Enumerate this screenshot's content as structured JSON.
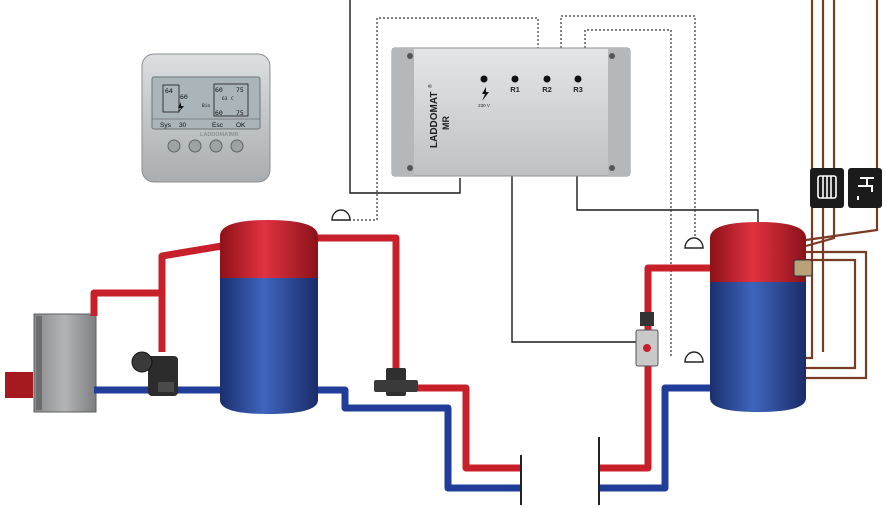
{
  "controller": {
    "brand": "LADDOMAT",
    "brand_mark": "®",
    "model": "MR",
    "power_label": "230 V",
    "relays": [
      "R1",
      "R2",
      "R3"
    ]
  },
  "display": {
    "left_top": "64",
    "left_bottom": "60",
    "right_top_a": "60",
    "right_top_b": "75",
    "right_mid": "63",
    "right_unit": "C",
    "right_bottom_a": "60",
    "right_bottom_b": "75",
    "center_label": "Bio",
    "soft_keys": [
      "Sys",
      "30",
      "Esc",
      "OK"
    ],
    "brand": "LADDOMAT",
    "model": "MR"
  },
  "icons": {
    "radiator": "radiator-icon",
    "tap": "water-tap-icon"
  },
  "colors": {
    "hot": "#c8202a",
    "cold": "#1f3d99",
    "tank_top": "#c91e2d",
    "tank_bottom": "#2c4fa0",
    "controller_gray": "#cfd2d4",
    "wire": "#1a1a1a",
    "copper": "#7a3b22"
  }
}
